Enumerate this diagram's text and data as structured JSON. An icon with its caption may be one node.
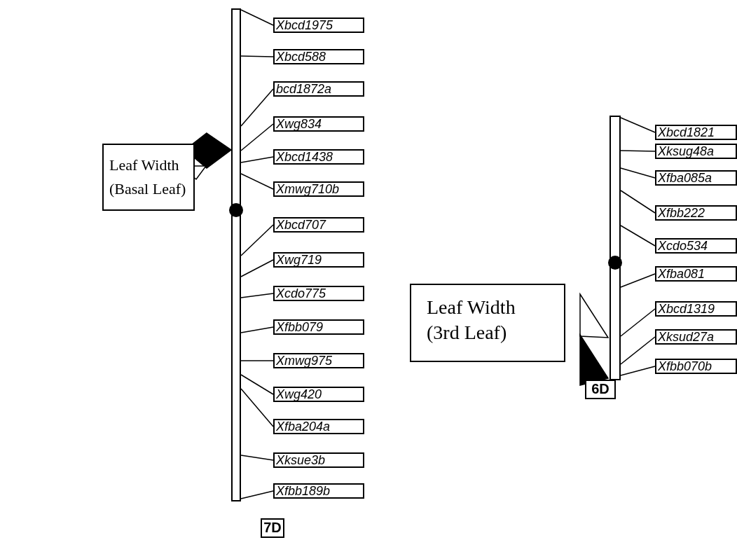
{
  "diagram": {
    "nodes": [
      {
        "text": [],
        "shape": "bar"
      },
      {
        "text": [
          "Xbcd1975"
        ]
      },
      {
        "text": [
          "Xbcd588"
        ]
      },
      {
        "text": [
          "bcd1872a"
        ]
      },
      {
        "text": [
          "Xwg834"
        ]
      },
      {
        "text": [
          "Xbcd1438"
        ]
      },
      {
        "text": [
          "Xmwg710b"
        ]
      },
      {
        "text": [
          "Xbcd707"
        ]
      },
      {
        "text": [
          "Xwg719"
        ]
      },
      {
        "text": [
          "Xcdo775"
        ]
      },
      {
        "text": [
          "Xfbb079"
        ]
      },
      {
        "text": [
          "Xmwg975"
        ]
      },
      {
        "text": [
          "Xwg420"
        ]
      },
      {
        "text": [
          "Xfba204a"
        ]
      },
      {
        "text": [
          "Xksue3b"
        ]
      },
      {
        "text": [
          "Xfbb189b"
        ]
      },
      {
        "text": [
          "Leaf Width (Basal Leaf)"
        ]
      },
      {
        "text": [
          "7D"
        ]
      },
      {
        "text": [],
        "shape": "bar"
      },
      {
        "text": [
          "Xbcd1821"
        ]
      },
      {
        "text": [
          "Xksug48a"
        ]
      },
      {
        "text": [
          "Xfba085a"
        ]
      },
      {
        "text": [
          "Xfbb222"
        ]
      },
      {
        "text": [
          "Xcdo534"
        ]
      },
      {
        "text": [
          "Xfba081"
        ]
      },
      {
        "text": [
          "Xbcd1319"
        ]
      },
      {
        "text": [
          "Xksud27a"
        ]
      },
      {
        "text": [
          "Xfbb070b"
        ]
      },
      {
        "text": [
          "Leaf Width (3rd Leaf)"
        ]
      },
      {
        "text": [
          "6D"
        ]
      }
    ],
    "edges": [
      {
        "from": 1,
        "to": 0,
        "arrow": "none"
      },
      {
        "from": 2,
        "to": 0,
        "arrow": "none"
      },
      {
        "from": 3,
        "to": 0,
        "arrow": "none"
      },
      {
        "from": 4,
        "to": 0,
        "arrow": "none"
      },
      {
        "from": 5,
        "to": 0,
        "arrow": "none"
      },
      {
        "from": 6,
        "to": 0,
        "arrow": "none"
      },
      {
        "from": 7,
        "to": 0,
        "arrow": "none"
      },
      {
        "from": 8,
        "to": 0,
        "arrow": "none"
      },
      {
        "from": 9,
        "to": 0,
        "arrow": "none"
      },
      {
        "from": 10,
        "to": 0,
        "arrow": "none"
      },
      {
        "from": 11,
        "to": 0,
        "arrow": "none"
      },
      {
        "from": 12,
        "to": 0,
        "arrow": "none"
      },
      {
        "from": 13,
        "to": 0,
        "arrow": "none"
      },
      {
        "from": 14,
        "to": 0,
        "arrow": "none"
      },
      {
        "from": 15,
        "to": 0,
        "arrow": "none"
      },
      {
        "from": 19,
        "to": 18,
        "arrow": "none"
      },
      {
        "from": 20,
        "to": 18,
        "arrow": "none"
      },
      {
        "from": 21,
        "to": 18,
        "arrow": "none"
      },
      {
        "from": 22,
        "to": 18,
        "arrow": "none"
      },
      {
        "from": 23,
        "to": 18,
        "arrow": "none"
      },
      {
        "from": 24,
        "to": 18,
        "arrow": "none"
      },
      {
        "from": 25,
        "to": 18,
        "arrow": "none"
      },
      {
        "from": 26,
        "to": 18,
        "arrow": "none"
      },
      {
        "from": 27,
        "to": 18,
        "arrow": "none"
      }
    ]
  }
}
